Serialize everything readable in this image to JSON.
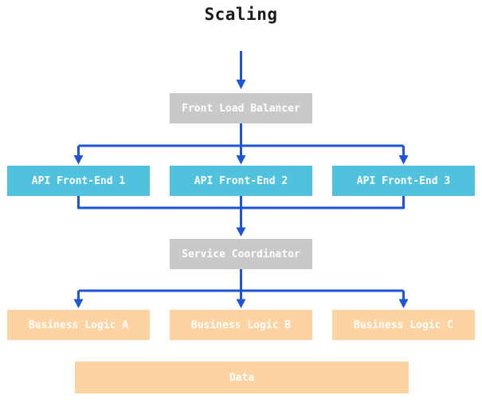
{
  "title": "Scaling",
  "colors": {
    "gray_box": "#cbc8c8",
    "cyan_box": "#51c2de",
    "peach_box": "#fcd3a1",
    "arrow": "#1d55d8",
    "box_text": "#ffffff",
    "title_text": "#1a1a1a"
  },
  "nodes": {
    "front_load_balancer": {
      "label": "Front Load Balancer"
    },
    "api_front_end_1": {
      "label": "API Front-End 1"
    },
    "api_front_end_2": {
      "label": "API Front-End 2"
    },
    "api_front_end_3": {
      "label": "API Front-End 3"
    },
    "service_coordinator": {
      "label": "Service Coordinator"
    },
    "business_logic_a": {
      "label": "Business Logic A"
    },
    "business_logic_b": {
      "label": "Business Logic B"
    },
    "business_logic_c": {
      "label": "Business Logic C"
    },
    "data": {
      "label": "Data"
    }
  }
}
